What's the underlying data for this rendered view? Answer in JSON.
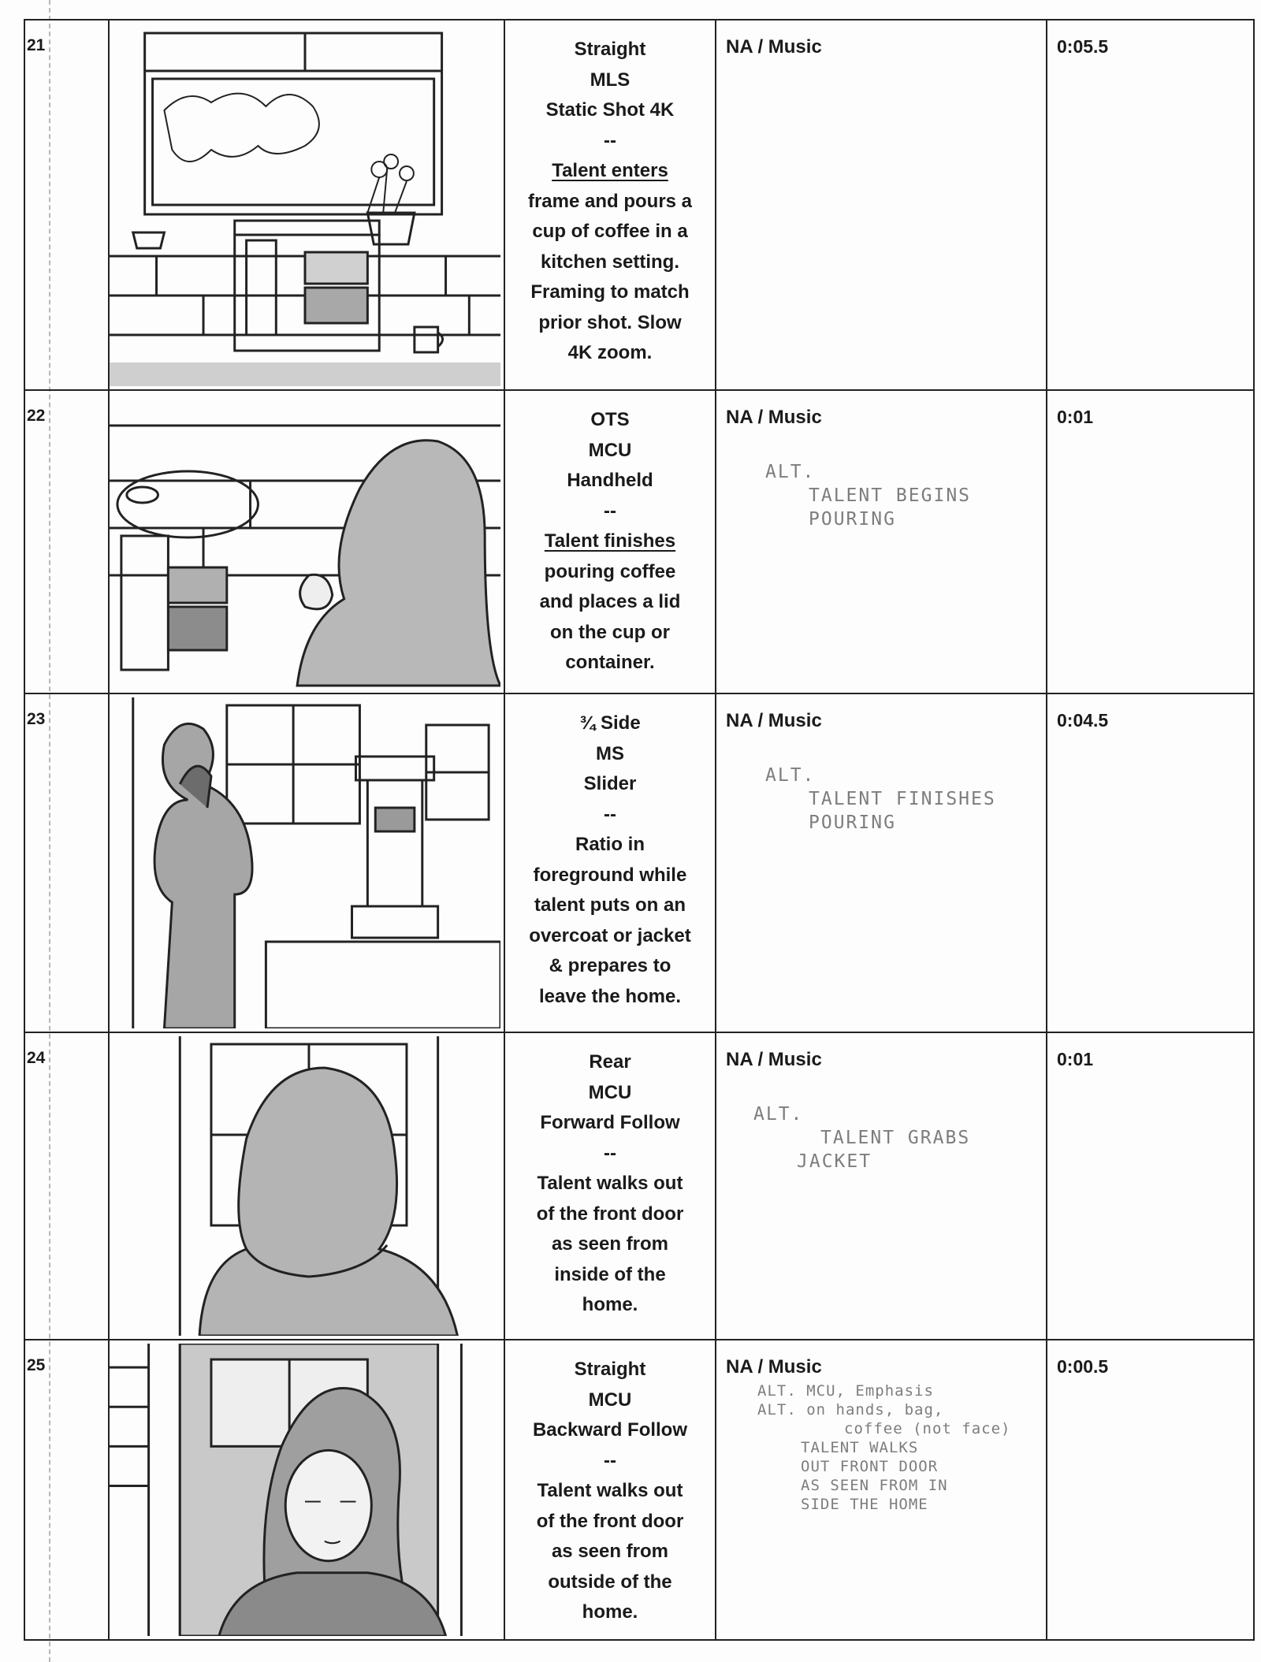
{
  "rows": [
    {
      "number": "21",
      "lines": [
        "Straight",
        "MLS",
        "Static Shot 4K",
        "--",
        "Talent enters",
        "frame and pours a",
        "cup of coffee in a",
        "kitchen setting.",
        "Framing to match",
        "prior shot. Slow",
        "4K zoom."
      ],
      "audio": "NA / Music",
      "notes": [],
      "duration": "0:05.5"
    },
    {
      "number": "22",
      "lines": [
        "OTS",
        "MCU",
        "Handheld",
        "--",
        "Talent finishes",
        "pouring coffee",
        "and places a lid",
        "on the cup or",
        "container."
      ],
      "audio": "NA / Music",
      "notes": [
        "ALT.",
        "TALENT BEGINS",
        "POURING"
      ],
      "duration": "0:01"
    },
    {
      "number": "23",
      "lines": [
        "¾ Side",
        "MS",
        "Slider",
        "--",
        "Ratio in",
        "foreground while",
        "talent puts on an",
        "overcoat or jacket",
        "& prepares to",
        "leave the home."
      ],
      "audio": "NA / Music",
      "notes": [
        "ALT.",
        "TALENT FINISHES",
        "POURING"
      ],
      "duration": "0:04.5"
    },
    {
      "number": "24",
      "lines": [
        "Rear",
        "MCU",
        "Forward Follow",
        "--",
        "Talent walks out",
        "of the front door",
        "as seen from",
        "inside of the",
        "home."
      ],
      "audio": "NA / Music",
      "notes": [
        "ALT.",
        "TALENT GRABS",
        "JACKET"
      ],
      "duration": "0:01"
    },
    {
      "number": "25",
      "lines": [
        "Straight",
        "MCU",
        "Backward Follow",
        "--",
        "Talent walks out",
        "of the front door",
        "as seen from",
        "outside of the",
        "home."
      ],
      "audio": "NA / Music",
      "notes": [
        "ALT.  MCU, Emphasis",
        "ALT.  on hands, bag,",
        "coffee (not face)",
        "TALENT WALKS",
        "OUT FRONT DOOR",
        "AS SEEN FROM IN",
        "SIDE THE HOME"
      ],
      "duration": "0:00.5"
    }
  ]
}
